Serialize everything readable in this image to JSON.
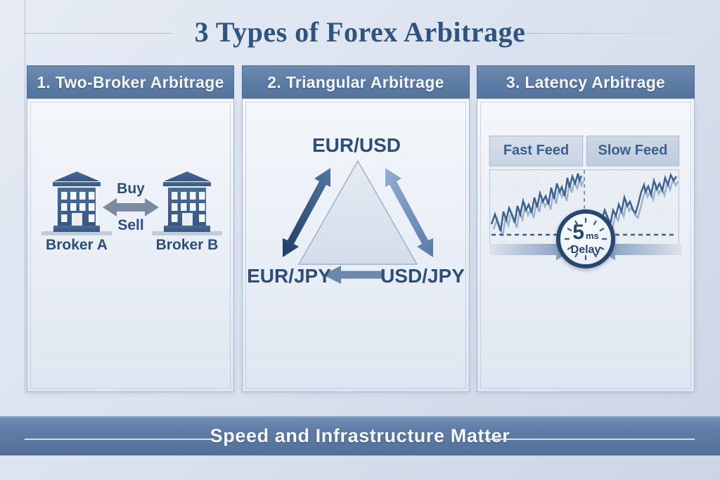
{
  "title": "3 Types of Forex Arbitrage",
  "panels": [
    {
      "header": "1. Two-Broker Arbitrage",
      "buy_label": "Buy",
      "sell_label": "Sell",
      "broker_a": "Broker A",
      "broker_b": "Broker B"
    },
    {
      "header": "2. Triangular Arbitrage",
      "pair_top": "EUR/USD",
      "pair_left": "EUR/JPY",
      "pair_right": "USD/JPY"
    },
    {
      "header": "3. Latency Arbitrage",
      "fast_feed_label": "Fast Feed",
      "slow_feed_label": "Slow Feed",
      "delay_value": "5",
      "delay_unit": "ms",
      "delay_word": "Delay"
    }
  ],
  "footer": {
    "banner_text": "Speed and Infrastructure Matter"
  },
  "icons": {
    "building": "building-icon",
    "two_way_arrow": "double-arrow-icon",
    "triangle": "triangle-shape",
    "clock": "clock-delay-icon",
    "price_chart": "price-line-chart"
  },
  "colors": {
    "title_text": "#2f547e",
    "panel_header_bg": "#5c7ba5",
    "panel_body_bg": "#eef2f8",
    "navy_text": "#2c4e78",
    "building_blue": "#3f6190",
    "gray_arrow": "#7b89a1",
    "dark_arrow": "#27426b",
    "light_arrow": "#8fabcd",
    "banner_bg": "#5f7da7",
    "clock_ring": "#27476f",
    "chart_line": "#3c618f"
  }
}
